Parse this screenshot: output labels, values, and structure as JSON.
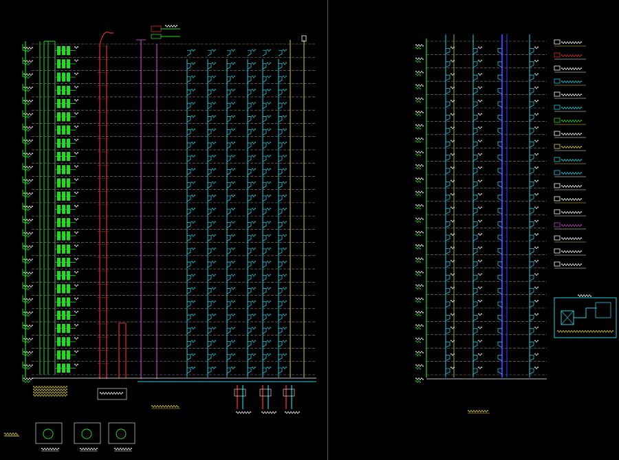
{
  "colors": {
    "background": "#000000",
    "floor_line": "#8a8a8a",
    "water_supply": "#22dd22",
    "fire_hydrant": "#e03030",
    "waste": "#c040c0",
    "drain": "#20d0e0",
    "rain": "#e0d040",
    "vent": "#3040ff",
    "legend_text": "#ffffff",
    "title_text": "#e0d040"
  },
  "left_sheet": {
    "floors": 26,
    "riser_families": [
      "water_supply",
      "fire_hydrant",
      "waste",
      "drain",
      "rain"
    ],
    "bottom_details": 4
  },
  "right_sheet": {
    "floors": 26,
    "riser_families": [
      "drain",
      "vent",
      "rain"
    ],
    "legend_entries": 18,
    "pump_detail": true
  }
}
